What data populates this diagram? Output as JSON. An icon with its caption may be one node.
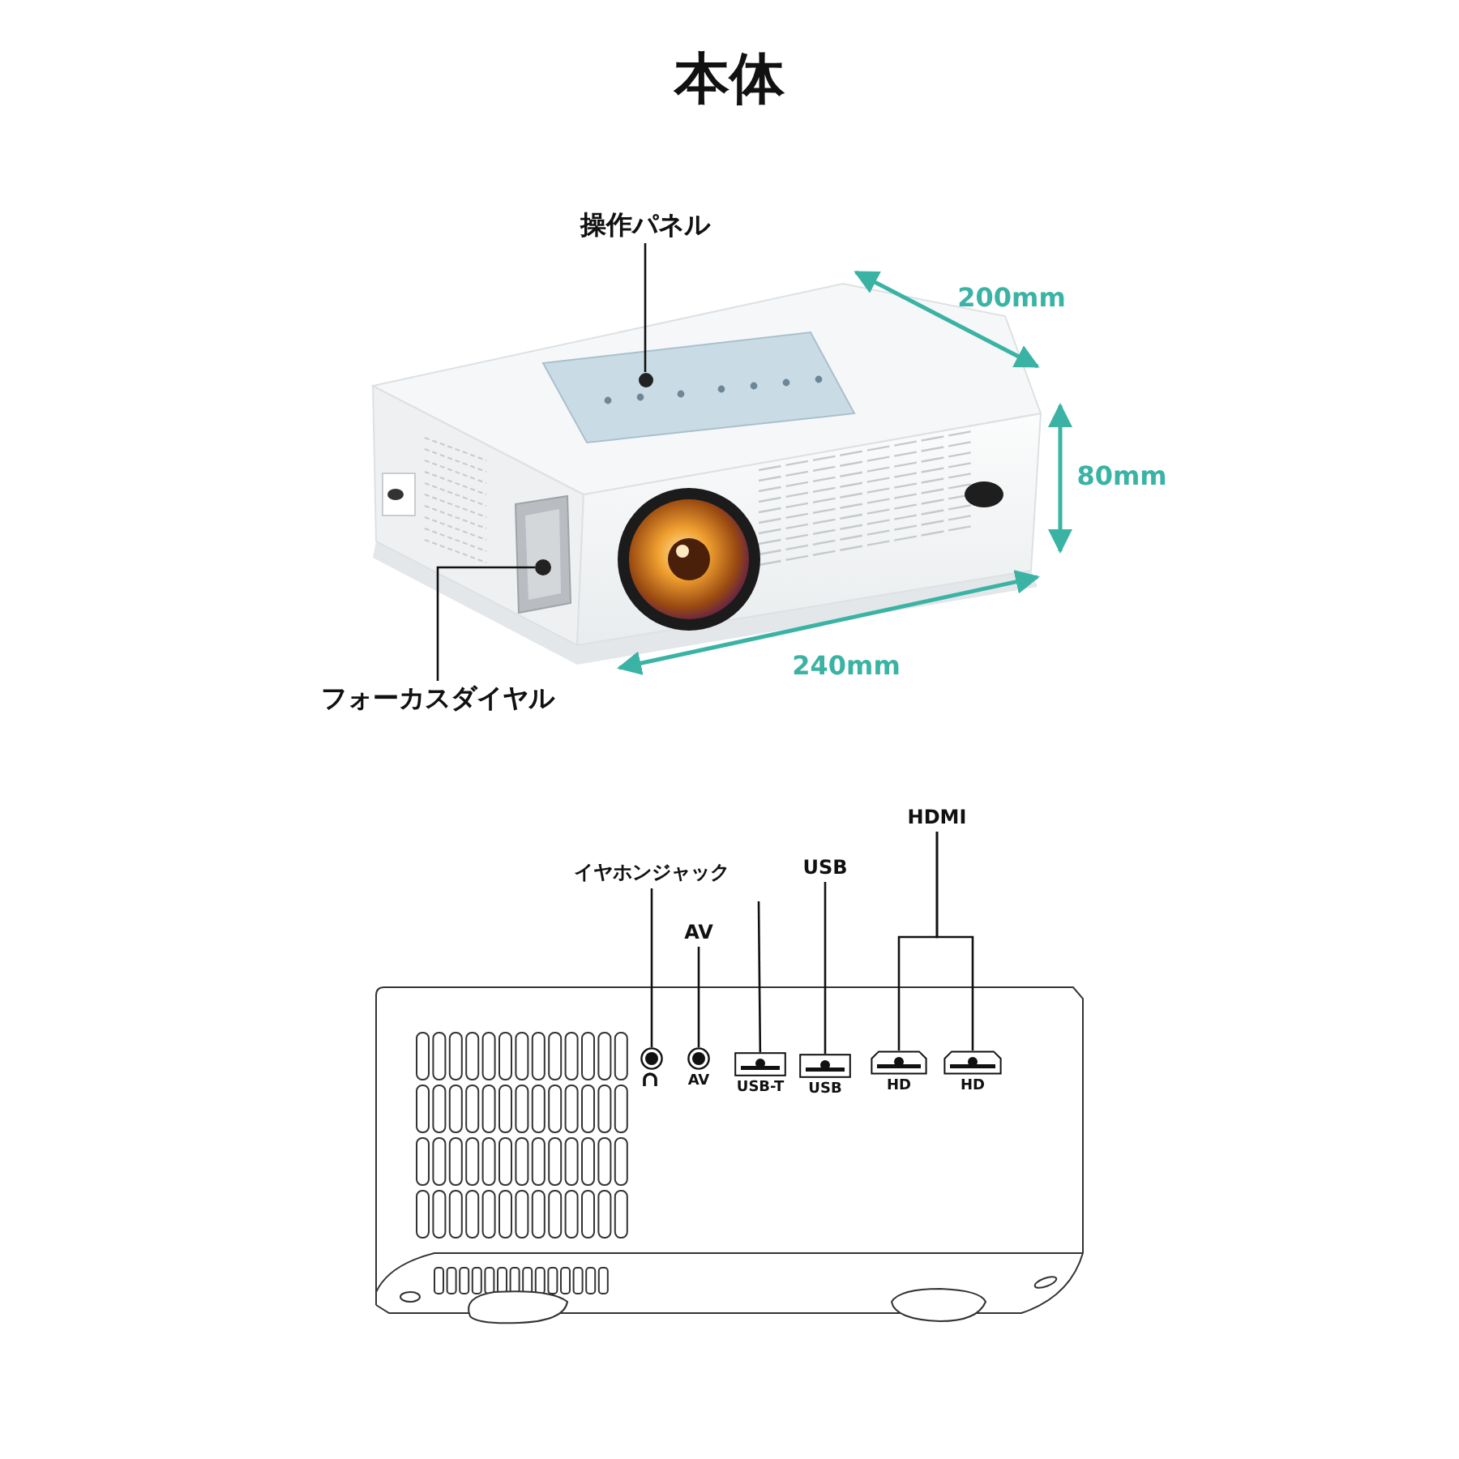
{
  "diagram": {
    "title": "本体",
    "nodes": [
      {
        "text": [
          "操作パネル"
        ]
      },
      {
        "text": [],
        "shape": "circle"
      },
      {
        "text": [
          "フォーカスダイヤル"
        ]
      },
      {
        "text": [],
        "shape": "circle"
      },
      {
        "text": [
          "イヤホンジャック"
        ]
      },
      {
        "text": [],
        "shape": "circle"
      },
      {
        "text": [
          "AV"
        ]
      },
      {
        "text": [],
        "shape": "circle",
        "beside": [
          "AV"
        ]
      },
      {
        "text": [
          "USB"
        ]
      },
      {
        "text": [],
        "shape": "box",
        "beside": [
          "USB-T"
        ]
      },
      {
        "text": [],
        "shape": "box",
        "beside": [
          "USB"
        ]
      },
      {
        "text": [
          "HDMI"
        ]
      },
      {
        "text": [],
        "shape": "box",
        "beside": [
          "HD"
        ]
      },
      {
        "text": [],
        "shape": "box",
        "beside": [
          "HD"
        ]
      }
    ],
    "edges": [
      {
        "from": 0,
        "to": 1,
        "arrow": "none"
      },
      {
        "from": 2,
        "to": 3,
        "arrow": "none"
      },
      {
        "from": 4,
        "to": 5,
        "arrow": "none"
      },
      {
        "from": 6,
        "to": 7,
        "arrow": "none"
      },
      {
        "from": null,
        "to": 9,
        "arrow": "none"
      },
      {
        "from": 8,
        "to": 10,
        "arrow": "none"
      },
      {
        "from": 11,
        "to": 12,
        "arrow": "none"
      },
      {
        "from": 11,
        "to": 13,
        "arrow": "none"
      }
    ],
    "labels": [
      "200mm",
      "80mm",
      "240mm"
    ]
  }
}
